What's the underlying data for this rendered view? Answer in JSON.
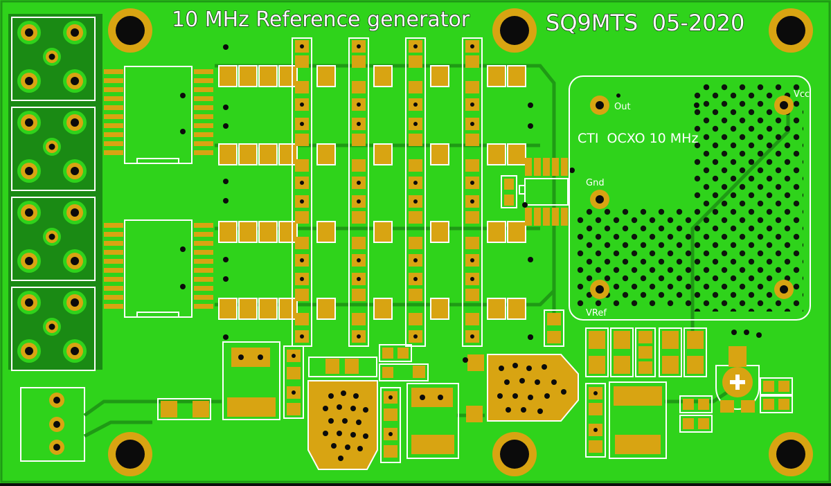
{
  "board": {
    "title": "10 MHz Reference generator",
    "author_date": "SQ9MTS  05-2020"
  },
  "ocxo": {
    "label": "CTI  OCXO 10 MHz",
    "pins": {
      "out": "Out",
      "vcc": "Vcc",
      "gnd": "Gnd",
      "vref": "VRef"
    }
  },
  "colors": {
    "pcb_green": "#2fd31b",
    "pcb_dark": "#1a8a14",
    "copper_gold": "#d8a412",
    "silkscreen": "#ffffff",
    "hole": "#0b0b0b"
  },
  "icons": {
    "polarity": "plus-icon"
  }
}
